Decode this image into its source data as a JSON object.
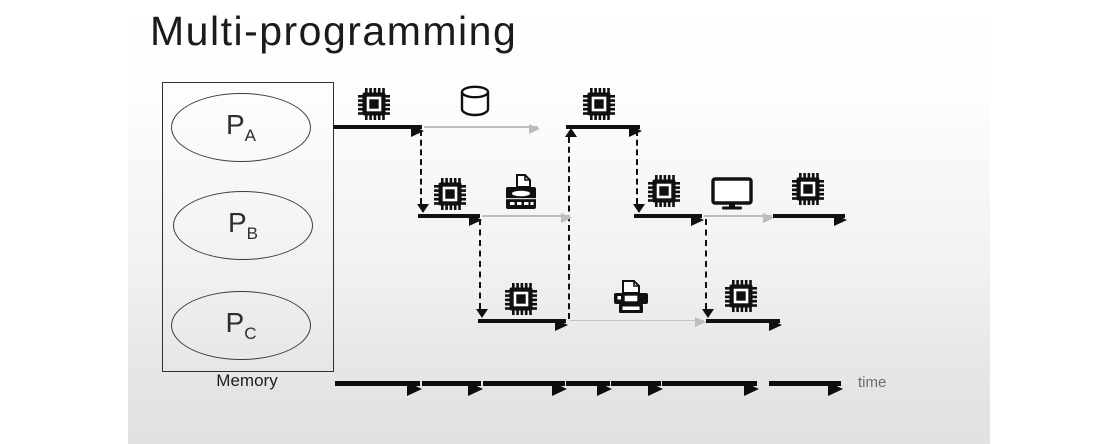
{
  "slide": {
    "title": "Multi-programming"
  },
  "memory": {
    "label": "Memory",
    "processes": [
      {
        "base": "P",
        "sub": "A"
      },
      {
        "base": "P",
        "sub": "B"
      },
      {
        "base": "P",
        "sub": "C"
      }
    ]
  },
  "rows": [
    {
      "process": "PA",
      "sequence": [
        "cpu-burst",
        "disk-io-wait",
        "cpu-burst"
      ]
    },
    {
      "process": "PB",
      "sequence": [
        "cpu-burst",
        "fax-io-wait",
        "cpu-burst",
        "monitor-io-wait",
        "cpu-burst"
      ]
    },
    {
      "process": "PC",
      "sequence": [
        "cpu-burst",
        "printer-io-wait",
        "cpu-burst"
      ]
    }
  ],
  "timeline": {
    "label": "time",
    "segments": 7
  },
  "icons": {
    "cpu": "cpu-chip-icon",
    "disk": "disk-cylinder-icon",
    "fax": "fax-machine-icon",
    "monitor": "monitor-icon",
    "printer": "printer-icon"
  },
  "colors": {
    "ink": "#101010",
    "gray_arrow": "#bdbdbd",
    "background_top": "#ffffff",
    "background_bottom": "#e1e1e1"
  }
}
